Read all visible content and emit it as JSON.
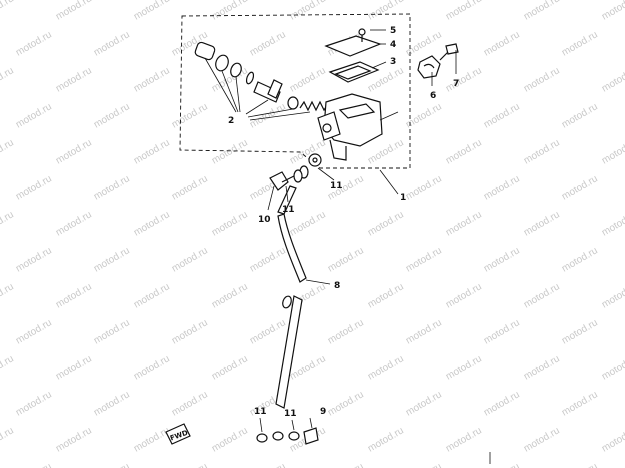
{
  "watermark": "motod.ru",
  "fwd_label": "FWD",
  "callouts": [
    {
      "id": "c5",
      "text": "5"
    },
    {
      "id": "c4",
      "text": "4"
    },
    {
      "id": "c3",
      "text": "3"
    },
    {
      "id": "c7",
      "text": "7"
    },
    {
      "id": "c6",
      "text": "6"
    },
    {
      "id": "c2",
      "text": "2"
    },
    {
      "id": "c1",
      "text": "1"
    },
    {
      "id": "c11a",
      "text": "11"
    },
    {
      "id": "c11b",
      "text": "11"
    },
    {
      "id": "c10",
      "text": "10"
    },
    {
      "id": "c8",
      "text": "8"
    },
    {
      "id": "c11c",
      "text": "11"
    },
    {
      "id": "c11d",
      "text": "11"
    },
    {
      "id": "c9",
      "text": "9"
    }
  ]
}
